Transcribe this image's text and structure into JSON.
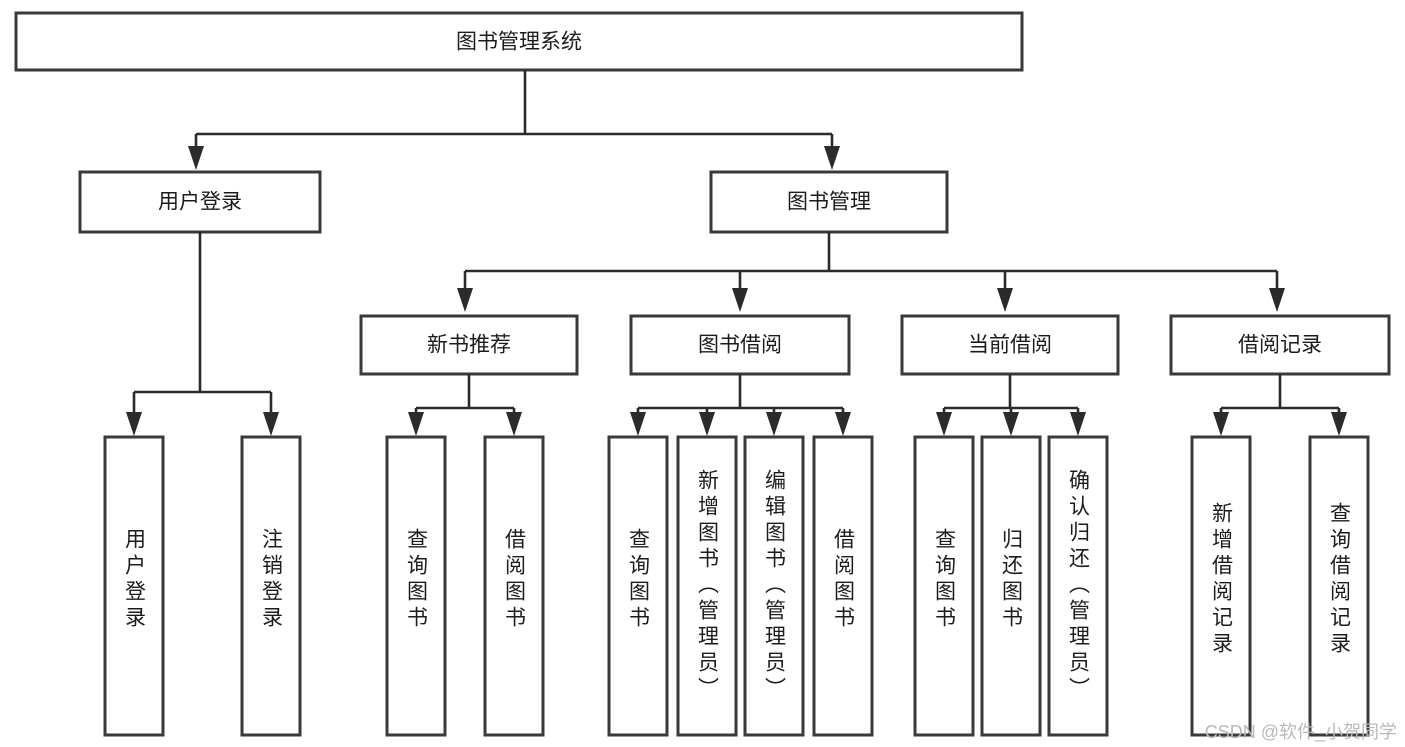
{
  "diagram": {
    "title": "图书管理系统",
    "type": "tree-hierarchy",
    "watermark": "CSDN @软件_小贺同学",
    "root": {
      "id": "root",
      "label": "图书管理系统"
    },
    "level2": [
      {
        "id": "user-login",
        "label": "用户登录"
      },
      {
        "id": "book-manage",
        "label": "图书管理"
      }
    ],
    "level3": [
      {
        "id": "new-book-recommend",
        "label": "新书推荐",
        "parent": "book-manage"
      },
      {
        "id": "book-borrow",
        "label": "图书借阅",
        "parent": "book-manage"
      },
      {
        "id": "current-borrow",
        "label": "当前借阅",
        "parent": "book-manage"
      },
      {
        "id": "borrow-record",
        "label": "借阅记录",
        "parent": "book-manage"
      }
    ],
    "leaves": {
      "user_login": [
        {
          "id": "leaf-user-login",
          "label": "用户登录"
        },
        {
          "id": "leaf-user-logout",
          "label": "注销登录"
        }
      ],
      "new_book_recommend": [
        {
          "id": "leaf-query-book-1",
          "label": "查询图书"
        },
        {
          "id": "leaf-borrow-book-1",
          "label": "借阅图书"
        }
      ],
      "book_borrow": [
        {
          "id": "leaf-query-book-2",
          "label": "查询图书"
        },
        {
          "id": "leaf-add-book",
          "label": "新增图书（管理员）"
        },
        {
          "id": "leaf-edit-book",
          "label": "编辑图书（管理员）"
        },
        {
          "id": "leaf-borrow-book-2",
          "label": "借阅图书"
        }
      ],
      "current_borrow": [
        {
          "id": "leaf-query-book-3",
          "label": "查询图书"
        },
        {
          "id": "leaf-return-book",
          "label": "归还图书"
        },
        {
          "id": "leaf-confirm-return",
          "label": "确认归还（管理员）"
        }
      ],
      "borrow_record": [
        {
          "id": "leaf-add-record",
          "label": "新增借阅记录"
        },
        {
          "id": "leaf-query-record",
          "label": "查询借阅记录"
        }
      ]
    },
    "colors": {
      "box_fill": "#ffffff",
      "box_stroke": "#3a3a3a",
      "connector": "#2b2b2b",
      "text": "#1c1c1c",
      "watermark": "#b9b9b9",
      "background": "#ffffff"
    }
  }
}
